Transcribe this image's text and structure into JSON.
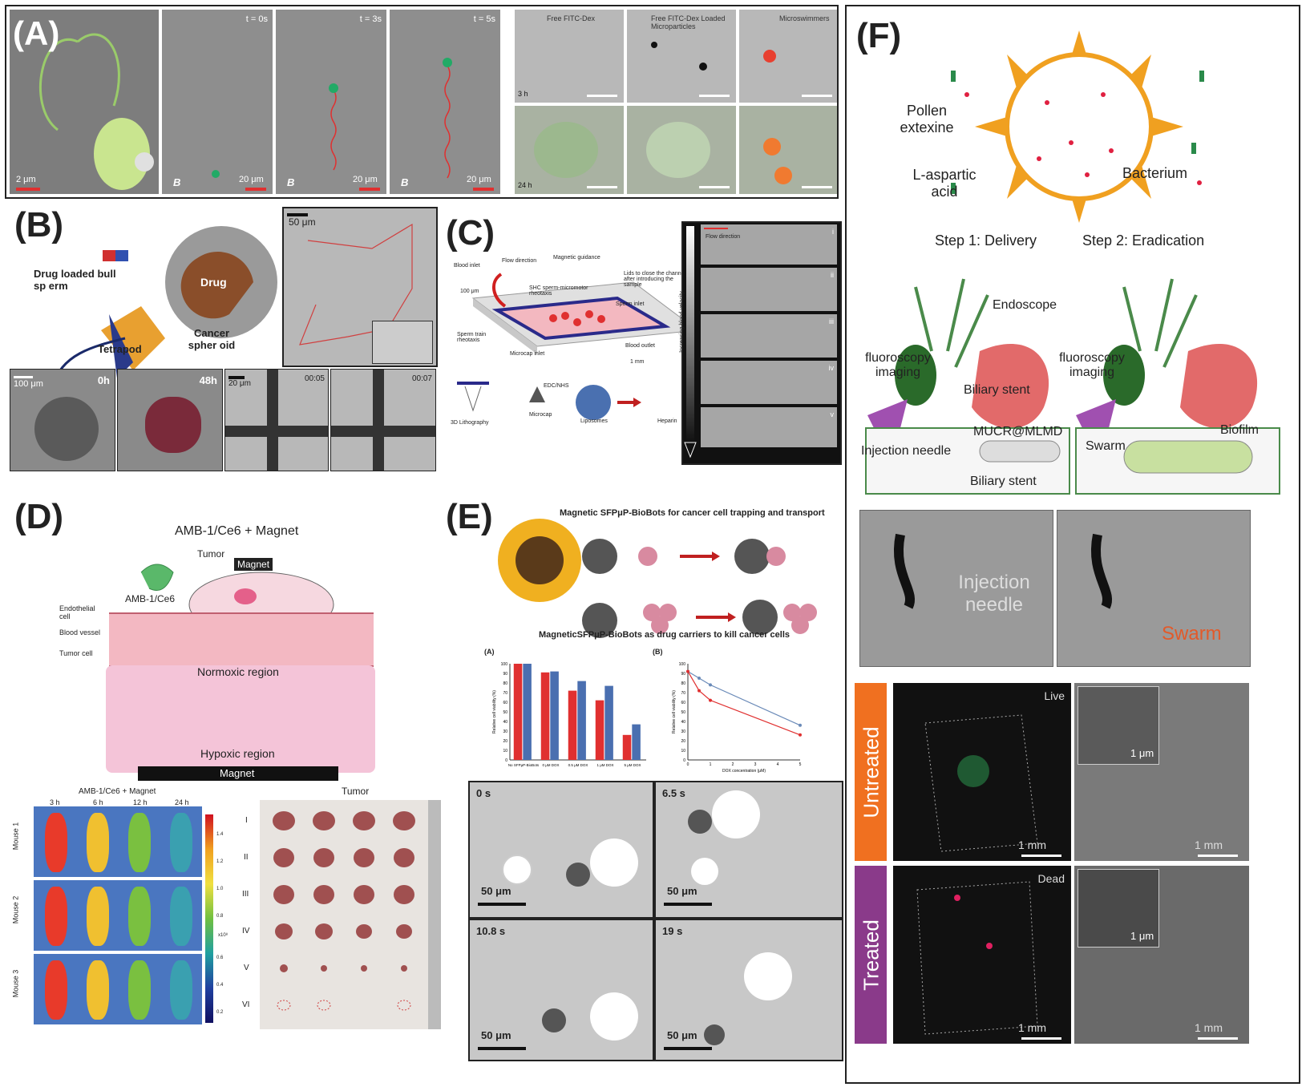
{
  "panels": {
    "A": {
      "label": "(A)",
      "scale_sem": "2 μm",
      "times": [
        "t = 0s",
        "t = 3s",
        "t = 5s"
      ],
      "field": "B",
      "scale": "20 μm",
      "col_titles": [
        "Free FITC-Dex",
        "Free FITC-Dex Loaded Microparticles",
        "Microswimmers"
      ],
      "row_times": [
        "3 h",
        "24 h"
      ]
    },
    "B": {
      "label": "(B)",
      "drug_loaded": "Drug loaded bull sp erm",
      "drug": "Drug",
      "tetrapod": "Tetrapod",
      "cancer": "Cancer spher oid",
      "scale_50": "50 μm",
      "scale_100": "100 μm",
      "t0": "0h",
      "t48": "48h",
      "scale_20": "20 μm",
      "ts1": "00:05",
      "ts2": "00:07"
    },
    "C": {
      "label": "(C)",
      "blood_inlet": "Blood inlet",
      "flow_direction": "Flow direction",
      "magnetic_guidance": "Magnetic guidance",
      "lids": "Lids to close the channel after introducing the sample",
      "shc": "SHC sperm-micromotor rheotaxis",
      "sperm_inlet": "Sperm inlet",
      "sperm_train": "Sperm train rheotaxis",
      "microcap_inlet": "Microcap inlet",
      "blood_outlet": "Blood outlet",
      "um100": "100 μm",
      "mm1": "1 mm",
      "litho": "3D Lithography",
      "edc": "EDC/NHS",
      "microcap": "Microcap",
      "liposomes": "Liposomes",
      "heparin": "Heparin",
      "flow_dir2": "Flow direction",
      "velocity": "Increasing blood velocity",
      "frames": [
        "i",
        "ii",
        "iii",
        "iv",
        "v"
      ]
    },
    "D": {
      "label": "(D)",
      "title": "AMB-1/Ce6 + Magnet",
      "tumor": "Tumor",
      "magnet_tag": "Magnet",
      "amb": "AMB-1/Ce6",
      "endothelial": "Endothelial cell",
      "blood_vessel": "Blood vessel",
      "tumor_cell": "Tumor cell",
      "normoxic": "Normoxic region",
      "hypoxic": "Hypoxic region",
      "magnet_bar": "Magnet",
      "imaging_title": "AMB-1/Ce6 + Magnet",
      "hours": [
        "3 h",
        "6 h",
        "12 h",
        "24 h"
      ],
      "mice": [
        "Mouse 1",
        "Mouse 2",
        "Mouse 3"
      ],
      "colorbar_ticks": [
        "1.4",
        "1.2",
        "1.0",
        "0.8",
        "0.6",
        "0.4",
        "0.2"
      ],
      "colorbar_unit": "x10⁸",
      "tumor_title": "Tumor",
      "groups": [
        "I",
        "II",
        "III",
        "IV",
        "V",
        "VI"
      ]
    },
    "E": {
      "label": "(E)",
      "title1": "Magnetic SFPμP-BioBots  for cancer cell trapping and transport",
      "title2": "MagneticSFPμP-BioBots  as  drug carriers to kill  cancer cells",
      "chartA_label": "(A)",
      "chartB_label": "(B)",
      "frames": [
        "0 s",
        "6.5 s",
        "10.8 s",
        "19 s"
      ],
      "scale": "50 μm"
    },
    "F": {
      "label": "(F)",
      "pollen": "Pollen extexine",
      "aspartic": "L-aspartic acid",
      "bacterium": "Bacterium",
      "step1": "Step 1: Delivery",
      "step2": "Step 2: Eradication",
      "endoscope": "Endoscope",
      "fluoro1": "fluoroscopy imaging",
      "fluoro2": "fluoroscopy imaging",
      "stent1": "Biliary stent",
      "mucr": "MUCR@MLMD",
      "needle": "Injection needle",
      "stent2": "Biliary stent",
      "swarm": "Swarm",
      "biofilm": "Biofilm",
      "xray_needle": "Injection needle",
      "xray_swarm": "Swarm",
      "untreated": "Untreated",
      "treated": "Treated",
      "live": "Live",
      "dead": "Dead",
      "mm": "1 mm",
      "um": "1 μm"
    }
  },
  "chart_data": [
    {
      "type": "bar",
      "title": "(A)",
      "ylabel": "Relative cell viability (%)",
      "categories": [
        "No SFPμP-BioBots",
        "0 μM DOX",
        "0.5 μM DOX",
        "1 μM DOX",
        "5 μM DOX"
      ],
      "series": [
        {
          "values": [
            100,
            91,
            72,
            62,
            26
          ],
          "color": "#e03030"
        },
        {
          "values": [
            100,
            92,
            82,
            77,
            37
          ],
          "color": "#4a6fb0"
        }
      ],
      "ylim": [
        0,
        100
      ],
      "yticks": [
        0,
        10,
        20,
        30,
        40,
        50,
        60,
        70,
        80,
        90,
        100
      ]
    },
    {
      "type": "line",
      "title": "(B)",
      "xlabel": "DOX concentration (μM)",
      "ylabel": "Relative cell viability (%)",
      "series": [
        {
          "x": [
            0,
            0.5,
            1,
            5
          ],
          "values": [
            92,
            85,
            78,
            36
          ],
          "color": "#6a8ab8"
        },
        {
          "x": [
            0,
            0.5,
            1,
            5
          ],
          "values": [
            92,
            72,
            62,
            26
          ],
          "color": "#e03030"
        }
      ],
      "xlim": [
        0,
        5
      ],
      "ylim": [
        0,
        100
      ],
      "xticks": [
        0,
        1,
        2,
        3,
        4,
        5
      ],
      "yticks": [
        0,
        10,
        20,
        30,
        40,
        50,
        60,
        70,
        80,
        90,
        100
      ]
    }
  ]
}
